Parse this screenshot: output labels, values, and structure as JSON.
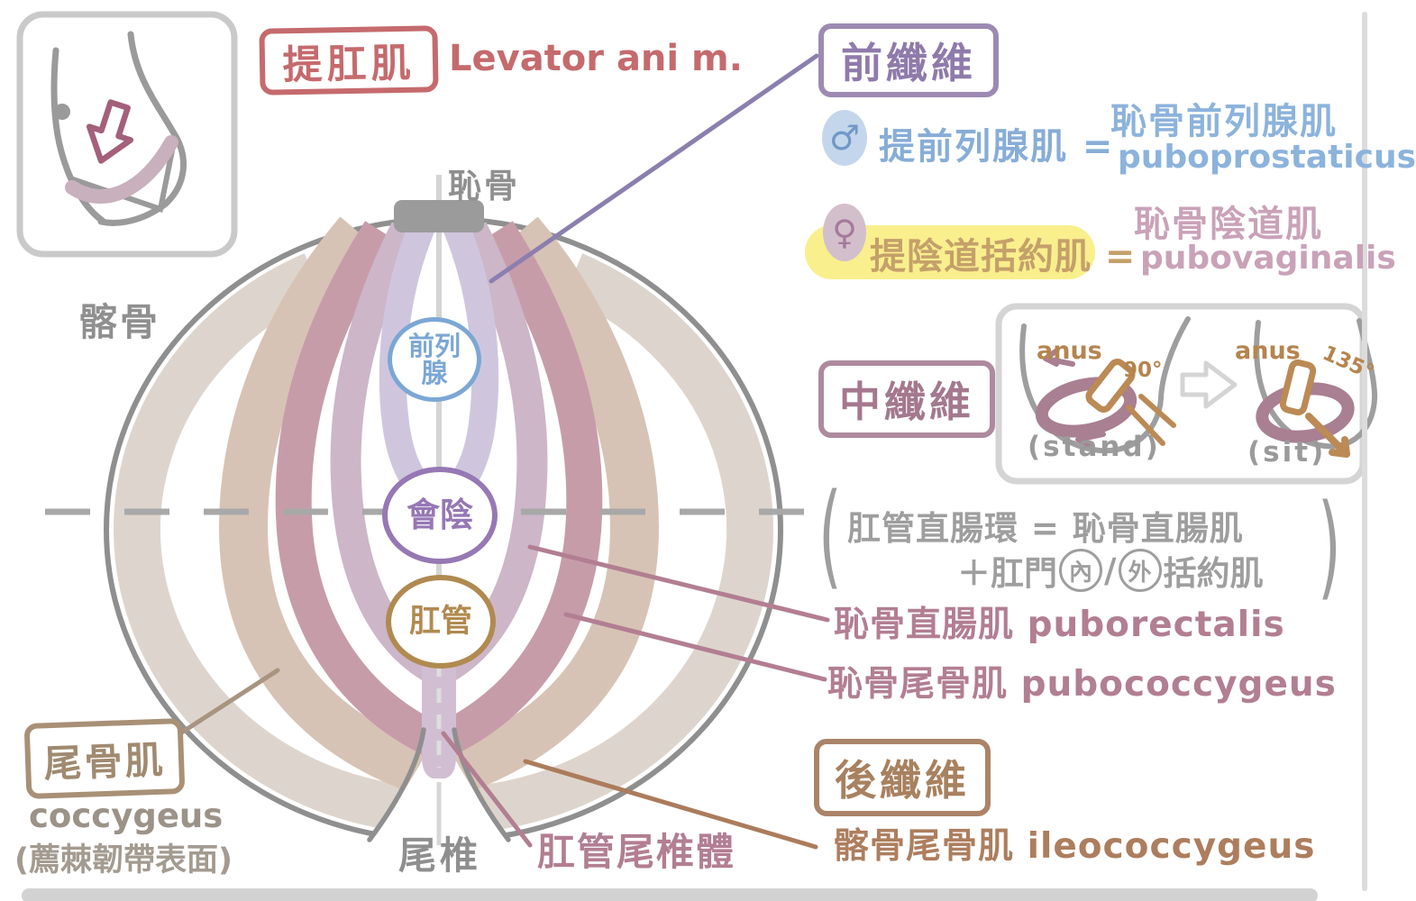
{
  "title": {
    "zh": "提肛肌",
    "en": "Levator ani m."
  },
  "anterior": {
    "heading": "前纖維",
    "male": {
      "symbol": "♂",
      "label": "提前列腺肌 =",
      "eq_zh": "恥骨前列腺肌",
      "eq_en": "puboprostaticus"
    },
    "female": {
      "symbol": "♀",
      "label": "提陰道括約肌 =",
      "eq_zh": "恥骨陰道肌",
      "eq_en": "pubovaginalis"
    }
  },
  "middle": {
    "heading": "中纖維",
    "left": {
      "anus": "anus",
      "angle": "90°",
      "caption": "(stand)"
    },
    "right": {
      "anus": "anus",
      "angle": "135°",
      "caption": "(sit)"
    }
  },
  "ring_note": {
    "open": "(",
    "close": ")",
    "line1": "肛管直腸環 = 恥骨直腸肌",
    "line2_prefix": "＋肛門",
    "circled_inner": "內",
    "slash": "/",
    "circled_outer": "外",
    "line2_suffix": "括約肌"
  },
  "muscle_labels": {
    "puborectalis": "恥骨直腸肌 puborectalis",
    "pubococcygeus": "恥骨尾骨肌 pubococcygeus"
  },
  "posterior": {
    "heading": "後纖維",
    "ileococcygeus": "髂骨尾骨肌 ileococcygeus"
  },
  "coccygeus": {
    "heading": "尾骨肌",
    "en": "coccygeus",
    "note": "(薦棘韌帶表面)"
  },
  "diagram_labels": {
    "pubis": "恥骨",
    "ilium": "髂骨",
    "coccyx": "尾椎",
    "prostate": "前列腺",
    "perineum": "會陰",
    "anal_canal": "肛管",
    "anococcygeal_body": "肛管尾椎體"
  },
  "colors": {
    "title_red": "#c56a6d",
    "anterior_purple": "#9c8ab3",
    "male_blue": "#8cb3dc",
    "female_gold": "#c4a06a",
    "female_pink": "#c9a2b8",
    "highlight_yellow": "#f9ef8d",
    "middle_mauve": "#a4788e",
    "note_gray": "#9e9e9e",
    "muscle_rose": "#b27e92",
    "posterior_brown": "#a8815f",
    "ileo_brown": "#ad7e5e",
    "coccygeus_tan": "#a08a70",
    "band_lavender": "#cfc6de",
    "band_pink_lavender": "#ccb6c8",
    "band_dusty_rose": "#c79ca9",
    "band_tan": "#d7c3b5",
    "outer_ring_beige": "#ddd5cd",
    "prostate_blue": "#7ba7d4",
    "perineum_purple": "#9678b4",
    "anal_brown": "#b08a50"
  }
}
